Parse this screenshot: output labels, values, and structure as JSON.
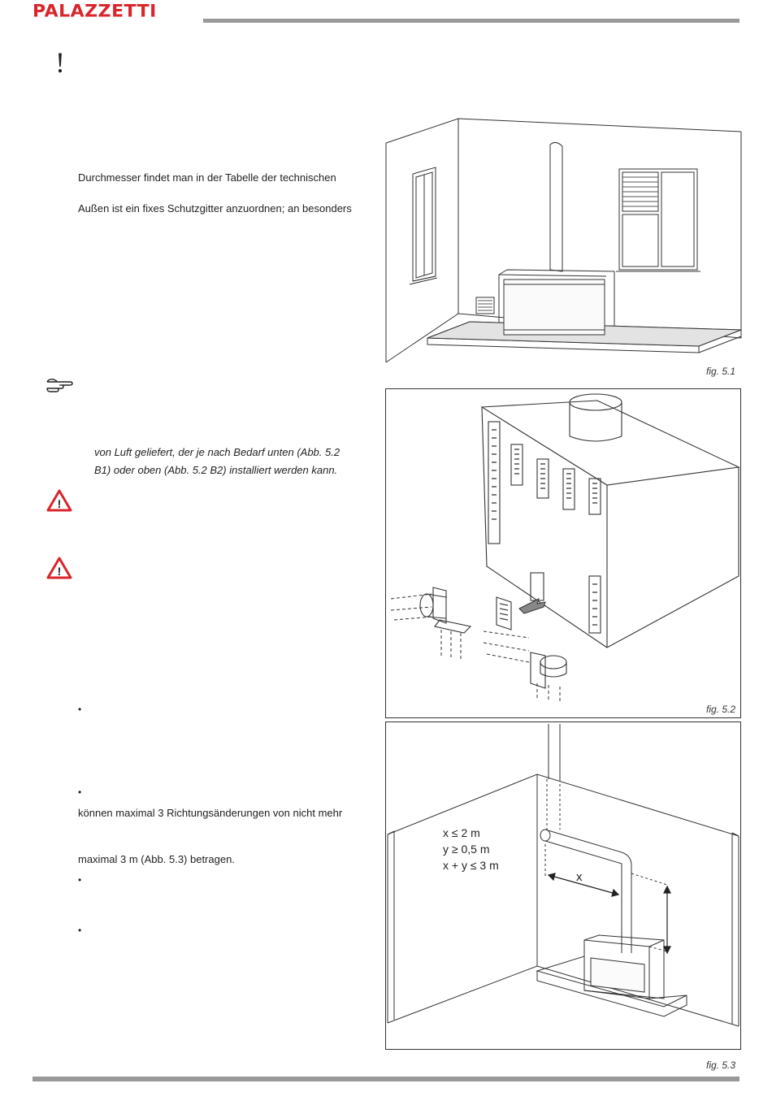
{
  "header": {
    "logo": "PALAZZETTI"
  },
  "notice": {
    "exclamation": "!"
  },
  "text": {
    "line1": "Durchmesser findet man in der Tabelle der technischen",
    "line2": "Außen ist ein fixes Schutzgitter anzuordnen; an besonders",
    "italic1": "von Luft geliefert, der je nach Bedarf unten (Abb. 5.2",
    "italic2": "B1) oder oben (Abb. 5.2 B2) installiert werden kann.",
    "line3": "können maximal 3 Richtungsänderungen von nicht mehr",
    "line4": "maximal 3 m (Abb. 5.3) betragen."
  },
  "bullets": [
    "•",
    "•",
    "•",
    "•"
  ],
  "figures": {
    "fig1_caption": "fig. 5.1",
    "fig2_caption": "fig. 5.2",
    "fig3_caption": "fig. 5.3",
    "fig3_labels": {
      "x": "x ≤ 2 m",
      "y": "y ≥ 0,5 m",
      "sum": "x + y ≤ 3 m",
      "x_dim": "x"
    }
  },
  "icons": [
    "hand-pointer-icon",
    "warning-triangle-icon",
    "warning-triangle-icon"
  ],
  "colors": {
    "brand": "#d8262c",
    "rule": "#999999",
    "warning": "#d8262c"
  }
}
